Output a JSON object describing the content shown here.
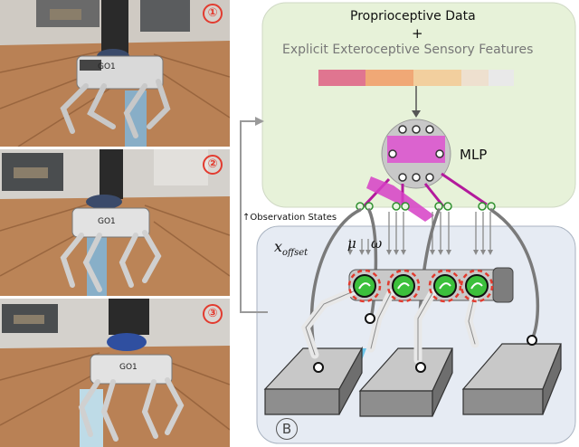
{
  "photos": [
    {
      "step": "①"
    },
    {
      "step": "②"
    },
    {
      "step": "③"
    }
  ],
  "robot_label": "GO1",
  "header": {
    "line1": "Proprioceptive Data",
    "plus": "+",
    "line2": "Explicit Exteroceptive Sensory Features"
  },
  "mlp_label": "MLP",
  "observation_label": "Observation States",
  "symbols": {
    "x_offset": "x",
    "x_offset_sub": "offset",
    "mu": "μ",
    "omega": "ω"
  },
  "panel_label": "B",
  "colors": {
    "top_panel": "#e7f2d9",
    "bottom_panel": "#e6ebf3",
    "mlp_pink": "#e04ad1",
    "red_dash": "#e23b2f",
    "motor_green": "#3cc03c",
    "water_blue": "#40b8e8",
    "block_gray": "#bdbdbd"
  },
  "feature_bar_colors": [
    "#e07590",
    "#f0a876",
    "#f2cf9e",
    "#eee0cf",
    "#e9e9e9"
  ]
}
